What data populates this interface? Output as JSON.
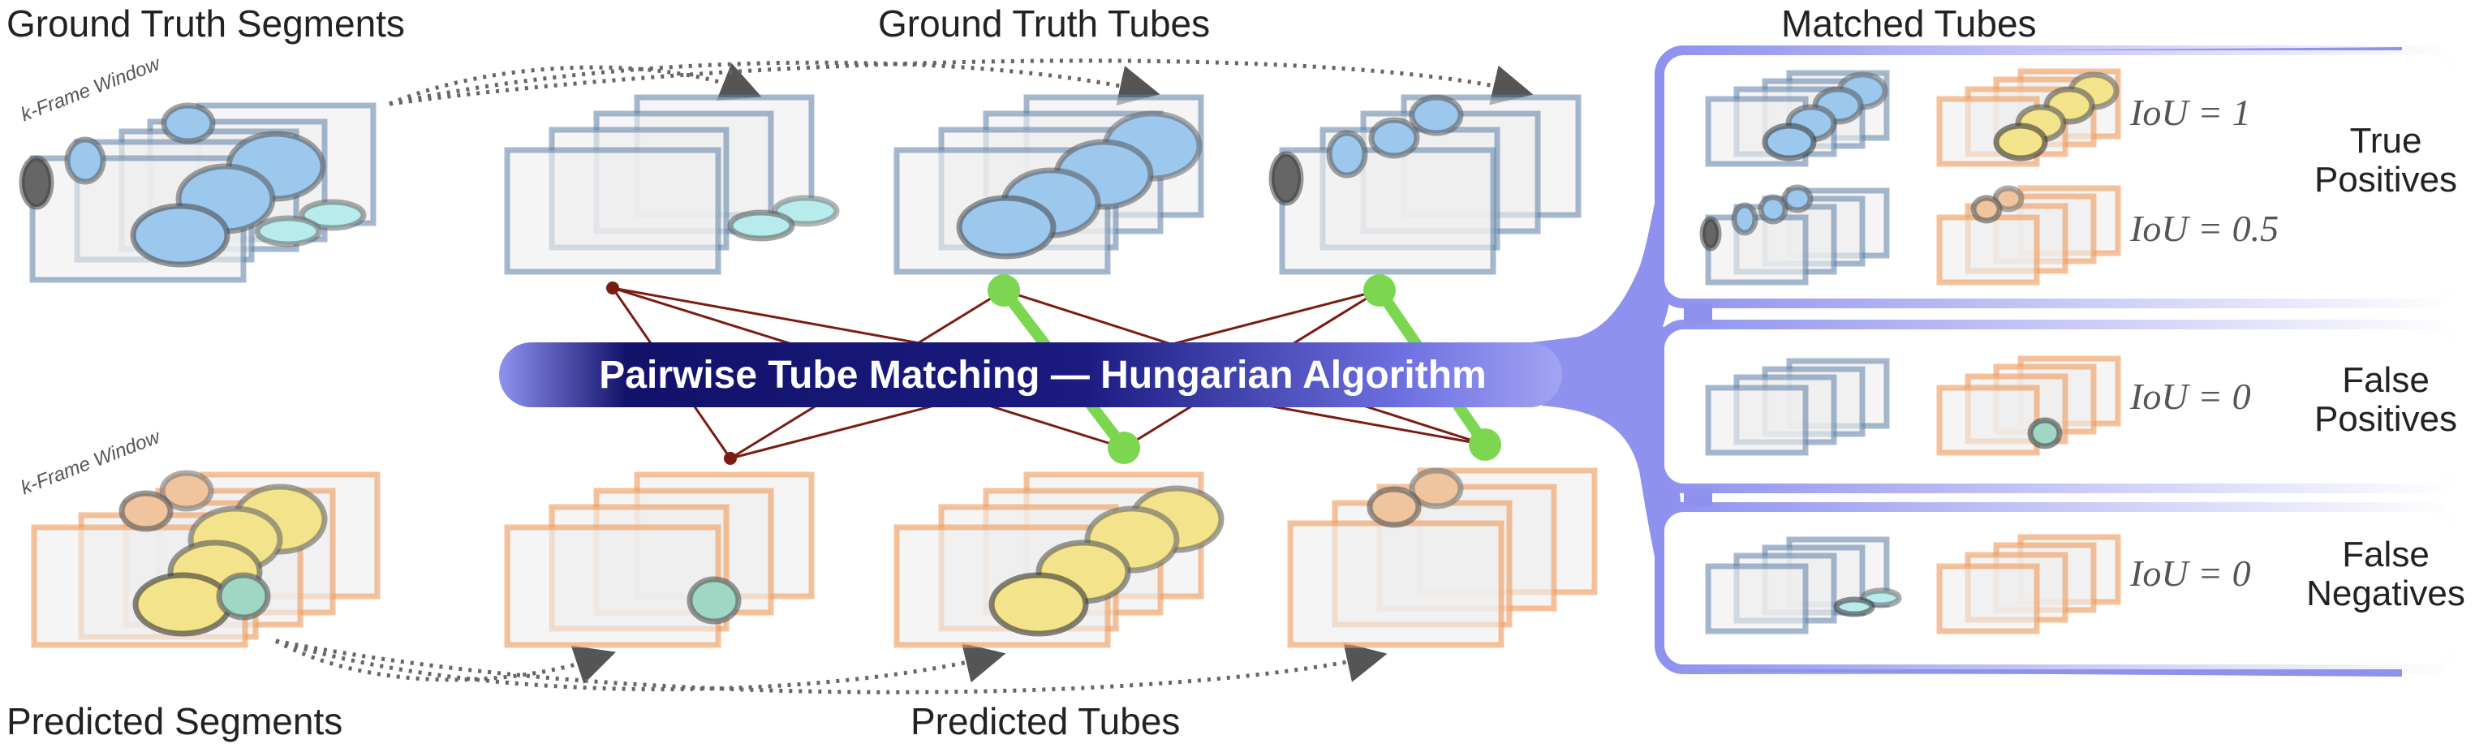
{
  "titles": {
    "gt_segments": "Ground Truth Segments",
    "gt_tubes": "Ground Truth Tubes",
    "matched_tubes": "Matched Tubes",
    "pred_segments": "Predicted Segments",
    "pred_tubes": "Predicted Tubes"
  },
  "window_label": "k-Frame Window",
  "banner": "Pairwise Tube Matching — Hungarian Algorithm",
  "matched": {
    "true_positives": {
      "label": "True Positives",
      "iou_1": "IoU = 1",
      "iou_2": "IoU = 0.5"
    },
    "false_positives": {
      "label": "False Positives",
      "iou": "IoU = 0"
    },
    "false_negatives": {
      "label": "False Negatives",
      "iou": "IoU = 0"
    }
  },
  "colors": {
    "gt_frame": "#5b7ea6",
    "pred_frame": "#ee9a5a",
    "gt_fill": "#9cc8ee",
    "pred_fill": "#f3e38a",
    "banner_dark": "#12126a",
    "banner_light": "#8f92f0",
    "match_line": "#7dd64f",
    "candidate_line": "#7a1c12"
  }
}
